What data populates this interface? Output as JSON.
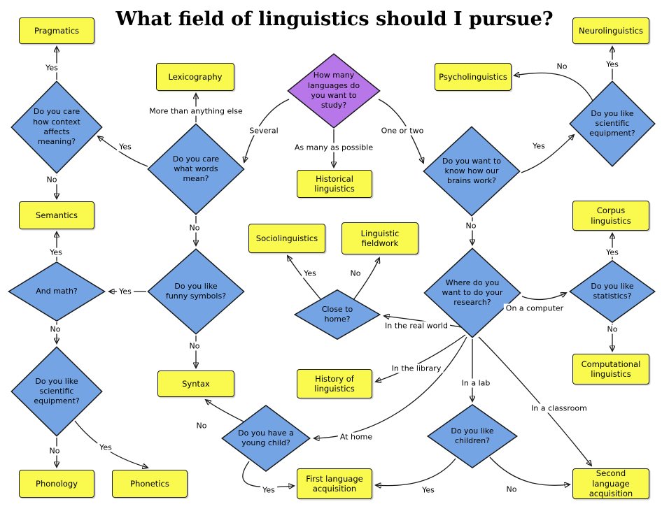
{
  "title": "What field of linguistics should I pursue?",
  "start": {
    "label": "How many languages do you want to study?"
  },
  "decisions": {
    "context": "Do you care how context affects meaning?",
    "words": "Do you care what words mean?",
    "brains": "Do you want to know how our brains work?",
    "equipment_right": "Do you like scientific equipment?",
    "math": "And math?",
    "symbols": "Do you like funny symbols?",
    "research": "Where do you want to do your research?",
    "statistics": "Do you like statistics?",
    "equipment_left": "Do you like scientific equipment?",
    "home": "Close to home?",
    "young_child": "Do you have a young child?",
    "children": "Do you like children?"
  },
  "outcomes": {
    "pragmatics": "Pragmatics",
    "lexicography": "Lexicography",
    "neurolinguistics": "Neurolinguistics",
    "psycholinguistics": "Psycholinguistics",
    "historical": "Historical linguistics",
    "semantics": "Semantics",
    "sociolinguistics": "Sociolinguistics",
    "fieldwork": "Linguistic fieldwork",
    "corpus": "Corpus linguistics",
    "computational": "Computational linguistics",
    "syntax": "Syntax",
    "history": "History of linguistics",
    "phonology": "Phonology",
    "phonetics": "Phonetics",
    "first_lang": "First language acquisition",
    "second_lang": "Second language acquisition"
  },
  "edge_labels": [
    "Yes",
    "More than anything else",
    "Several",
    "As many as possible",
    "One or two",
    "No",
    "Yes",
    "Yes",
    "No",
    "Yes",
    "No",
    "Yes",
    "No",
    "Yes",
    "No",
    "No",
    "Yes",
    "No",
    "In the real world",
    "On a computer",
    "Yes",
    "No",
    "In the library",
    "In a lab",
    "In a classroom",
    "No",
    "At home",
    "Yes",
    "Yes",
    "No",
    "No",
    "Yes"
  ],
  "colors": {
    "outcome_fill": "#f9f94e",
    "decision_fill": "#74a4e4",
    "start_fill": "#b877e8"
  }
}
